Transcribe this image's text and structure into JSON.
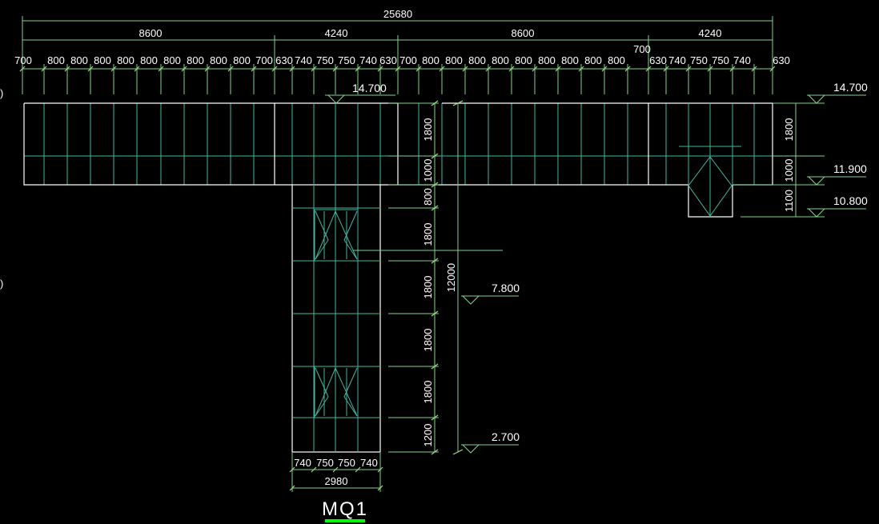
{
  "title": "MQ1",
  "accent_color": "#00ff00",
  "dimensions": {
    "overall": "25680",
    "spans": [
      "8600",
      "4240",
      "8600",
      "4240"
    ],
    "detail_left": [
      "700",
      "800",
      "800",
      "800",
      "800",
      "800",
      "800",
      "800",
      "800",
      "800",
      "700"
    ],
    "detail_mid": [
      "630",
      "740",
      "750",
      "750",
      "740",
      "630"
    ],
    "detail_right": [
      "700",
      "800",
      "800",
      "800",
      "800",
      "800",
      "800",
      "800",
      "800",
      "800"
    ],
    "detail_right_extra": "700",
    "detail_right_end": [
      "630",
      "740",
      "750",
      "750",
      "740",
      "630"
    ],
    "bottom_parts": [
      "740",
      "750",
      "750",
      "740"
    ],
    "bottom_total": "2980",
    "vertical_mid": [
      "1800",
      "1000",
      "800",
      "1800",
      "1800",
      "1800",
      "1800",
      "1200"
    ],
    "vertical_total": "12000",
    "vertical_right": [
      "1800",
      "1000",
      "1100"
    ]
  },
  "levels": [
    "14.700",
    "14.700",
    "11.900",
    "10.800",
    "7.800",
    "2.700"
  ],
  "edge_marks": [
    ")",
    ")"
  ]
}
